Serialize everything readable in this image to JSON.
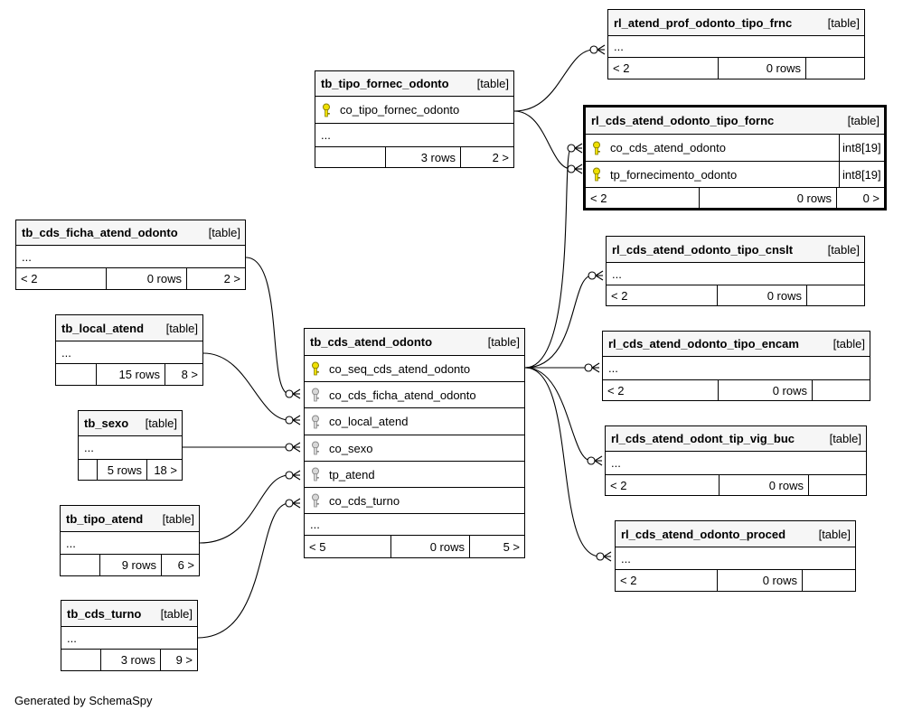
{
  "footer": "Generated by SchemaSpy",
  "type_label": "[table]",
  "tables": {
    "rl_atend_prof_odonto_tipo_frnc": {
      "name": "rl_atend_prof_odonto_tipo_frnc",
      "more": "...",
      "parents": "< 2",
      "rows": "0 rows",
      "children": ""
    },
    "tb_tipo_fornec_odonto": {
      "name": "tb_tipo_fornec_odonto",
      "columns": [
        {
          "name": "co_tipo_fornec_odonto",
          "key": "primary"
        }
      ],
      "more": "...",
      "parents": "",
      "rows": "3 rows",
      "children": "2 >"
    },
    "rl_cds_atend_odonto_tipo_fornc": {
      "name": "rl_cds_atend_odonto_tipo_fornc",
      "columns": [
        {
          "name": "co_cds_atend_odonto",
          "key": "primary",
          "type": "int8[19]"
        },
        {
          "name": "tp_fornecimento_odonto",
          "key": "primary",
          "type": "int8[19]"
        }
      ],
      "parents": "< 2",
      "rows": "0 rows",
      "children": "0 >"
    },
    "tb_cds_ficha_atend_odonto": {
      "name": "tb_cds_ficha_atend_odonto",
      "more": "...",
      "parents": "< 2",
      "rows": "0 rows",
      "children": "2 >"
    },
    "rl_cds_atend_odonto_tipo_cnslt": {
      "name": "rl_cds_atend_odonto_tipo_cnslt",
      "more": "...",
      "parents": "< 2",
      "rows": "0 rows",
      "children": ""
    },
    "tb_local_atend": {
      "name": "tb_local_atend",
      "more": "...",
      "parents": "",
      "rows": "15 rows",
      "children": "8 >"
    },
    "tb_cds_atend_odonto": {
      "name": "tb_cds_atend_odonto",
      "columns": [
        {
          "name": "co_seq_cds_atend_odonto",
          "key": "primary"
        },
        {
          "name": "co_cds_ficha_atend_odonto",
          "key": "foreign"
        },
        {
          "name": "co_local_atend",
          "key": "foreign"
        },
        {
          "name": "co_sexo",
          "key": "foreign"
        },
        {
          "name": "tp_atend",
          "key": "foreign"
        },
        {
          "name": "co_cds_turno",
          "key": "foreign"
        }
      ],
      "more": "...",
      "parents": "< 5",
      "rows": "0 rows",
      "children": "5 >"
    },
    "rl_cds_atend_odonto_tipo_encam": {
      "name": "rl_cds_atend_odonto_tipo_encam",
      "more": "...",
      "parents": "< 2",
      "rows": "0 rows",
      "children": ""
    },
    "tb_sexo": {
      "name": "tb_sexo",
      "more": "...",
      "parents": "",
      "rows": "5 rows",
      "children": "18 >"
    },
    "rl_cds_atend_odont_tip_vig_buc": {
      "name": "rl_cds_atend_odont_tip_vig_buc",
      "more": "...",
      "parents": "< 2",
      "rows": "0 rows",
      "children": ""
    },
    "tb_tipo_atend": {
      "name": "tb_tipo_atend",
      "more": "...",
      "parents": "",
      "rows": "9 rows",
      "children": "6 >"
    },
    "rl_cds_atend_odonto_proced": {
      "name": "rl_cds_atend_odonto_proced",
      "more": "...",
      "parents": "< 2",
      "rows": "0 rows",
      "children": ""
    },
    "tb_cds_turno": {
      "name": "tb_cds_turno",
      "more": "...",
      "parents": "",
      "rows": "3 rows",
      "children": "9 >"
    }
  },
  "relationships": [
    {
      "from": "tb_tipo_fornec_odonto",
      "to": "rl_atend_prof_odonto_tipo_frnc"
    },
    {
      "from": "tb_tipo_fornec_odonto",
      "to": "rl_cds_atend_odonto_tipo_fornc"
    },
    {
      "from": "tb_cds_atend_odonto",
      "to": "rl_cds_atend_odonto_tipo_fornc"
    },
    {
      "from": "tb_cds_atend_odonto",
      "to": "rl_cds_atend_odonto_tipo_cnslt"
    },
    {
      "from": "tb_cds_atend_odonto",
      "to": "rl_cds_atend_odonto_tipo_encam"
    },
    {
      "from": "tb_cds_atend_odonto",
      "to": "rl_cds_atend_odont_tip_vig_buc"
    },
    {
      "from": "tb_cds_atend_odonto",
      "to": "rl_cds_atend_odonto_proced"
    },
    {
      "from": "tb_cds_ficha_atend_odonto",
      "to": "tb_cds_atend_odonto"
    },
    {
      "from": "tb_local_atend",
      "to": "tb_cds_atend_odonto"
    },
    {
      "from": "tb_sexo",
      "to": "tb_cds_atend_odonto"
    },
    {
      "from": "tb_tipo_atend",
      "to": "tb_cds_atend_odonto"
    },
    {
      "from": "tb_cds_turno",
      "to": "tb_cds_atend_odonto"
    }
  ]
}
